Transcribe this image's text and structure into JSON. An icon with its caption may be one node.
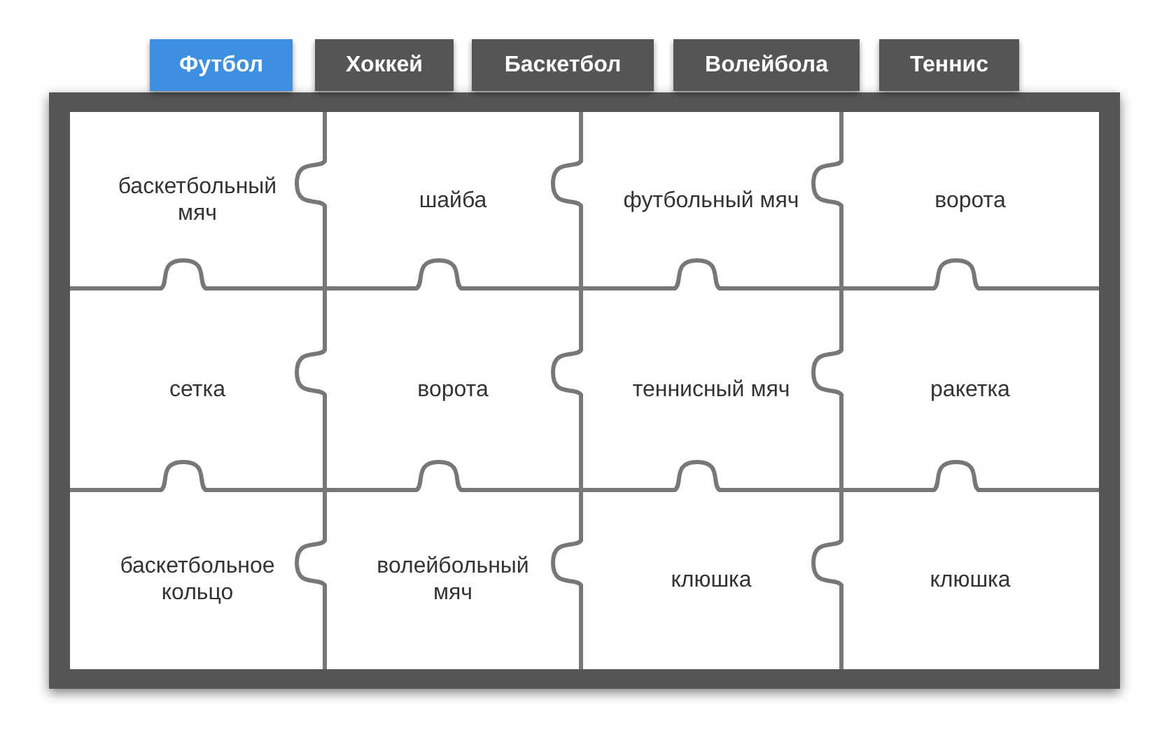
{
  "diagram": {
    "nodes": [
      {
        "text": [
          "Футбол"
        ]
      },
      {
        "text": [
          "Хоккей"
        ]
      },
      {
        "text": [
          "Баскетбол"
        ]
      },
      {
        "text": [
          "Волейбола"
        ]
      },
      {
        "text": [
          "Теннис"
        ]
      },
      {
        "text": [
          "баскетбольный мяч"
        ]
      },
      {
        "text": [
          "шайба"
        ]
      },
      {
        "text": [
          "футбольный мяч"
        ]
      },
      {
        "text": [
          "ворота"
        ]
      },
      {
        "text": [
          "сетка"
        ]
      },
      {
        "text": [
          "ворота"
        ]
      },
      {
        "text": [
          "теннисный мяч"
        ]
      },
      {
        "text": [
          "ракетка"
        ]
      },
      {
        "text": [
          "баскетбольное кольцо"
        ]
      },
      {
        "text": [
          "волейбольный мяч"
        ]
      },
      {
        "text": [
          "клюшка"
        ]
      },
      {
        "text": [
          "клюшка"
        ]
      }
    ]
  }
}
